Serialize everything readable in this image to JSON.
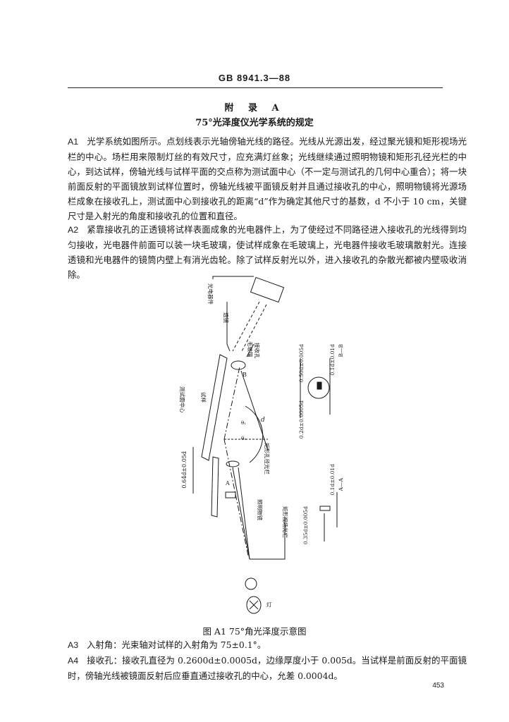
{
  "header": {
    "code": "GB 8941.3—88"
  },
  "appendix": {
    "title": "附 录 A",
    "subtitle": "75°光泽度仪光学系统的规定"
  },
  "paragraphs": {
    "a1": {
      "label": "A1",
      "text": "光学系统如图所示。点划线表示光轴傍轴光线的路径。光线从光源出发，经过聚光镜和矩形视场光栏的中心。场栏用来限制灯丝的有效尺寸，应充满灯丝象；光线继续通过照明物镜和矩形孔径光栏的中心，到达试样，傍轴光线与试样平面的交点称为测试面中心（不一定与测试孔的几何中心重合）；将一块前面反射的平面镜放到试样位置时，傍轴光线被平面镜反射并且通过接收孔的中心，照明物镜将光源场栏成象在接收孔上，测试面中心到接收孔的距离“d”作为确定其他尺寸的基数，d 不小于 10 cm，关键尺寸是入射光的角度和接收孔的位置和直径。"
    },
    "a2": {
      "label": "A2",
      "text": "紧靠接收孔的正透镜将试样表面成象的光电器件上，为了使经过不同路径进入接收孔的光线得到均匀接收，光电器件前面可以装一块毛玻璃，使试样成象在毛玻璃上，光电器件接收毛玻璃散射光。连接透镜和光电器件的镜筒内壁上有消光齿轮。除了试样反射光以外，进入接收孔的杂散光都被内壁吸收消除。"
    },
    "a3": {
      "label": "A3",
      "text": "入射角：光束轴对试样的入射角为 75±0.1°。"
    },
    "a4": {
      "label": "A4",
      "text": "接收孔：接收孔直径为 0.2600d±0.0005d，边缘厚度小于 0.005d。当试样是前面反射的平面镜时，傍轴光线被镜面反射后应垂直通过接收孔的中心，允差 0.0004d。"
    }
  },
  "figure": {
    "caption": "图 A1  75°角光泽度示意图",
    "labels": {
      "photocell": "光电器件",
      "lens": "透镜",
      "receiver_aperture": "接收孔",
      "ground_glass": "毛玻璃",
      "test_center": "测试面中心",
      "specimen": "试样",
      "rect_aperture_stop": "矩形孔径光栏",
      "illum_objective": "照明物镜",
      "rect_field_stop": "矩形视场光栏",
      "lamp": "灯",
      "d": "d",
      "theta": "θ₁",
      "theta2": "θ₂",
      "A": "A",
      "B": "B",
      "dim_064d": "0.64d±0.05d",
      "dim_050d": "0.50d±0.005d",
      "dim_010d_b": "0.1d±0.01d",
      "dim_020d": "0.2d±0.0005d",
      "dim_010d_a": "0.1d±0.01d",
      "dim_035d": "0.35d±0.005d",
      "section_bb": "B—B",
      "section_aa": "A—A"
    }
  },
  "page_number": "453"
}
